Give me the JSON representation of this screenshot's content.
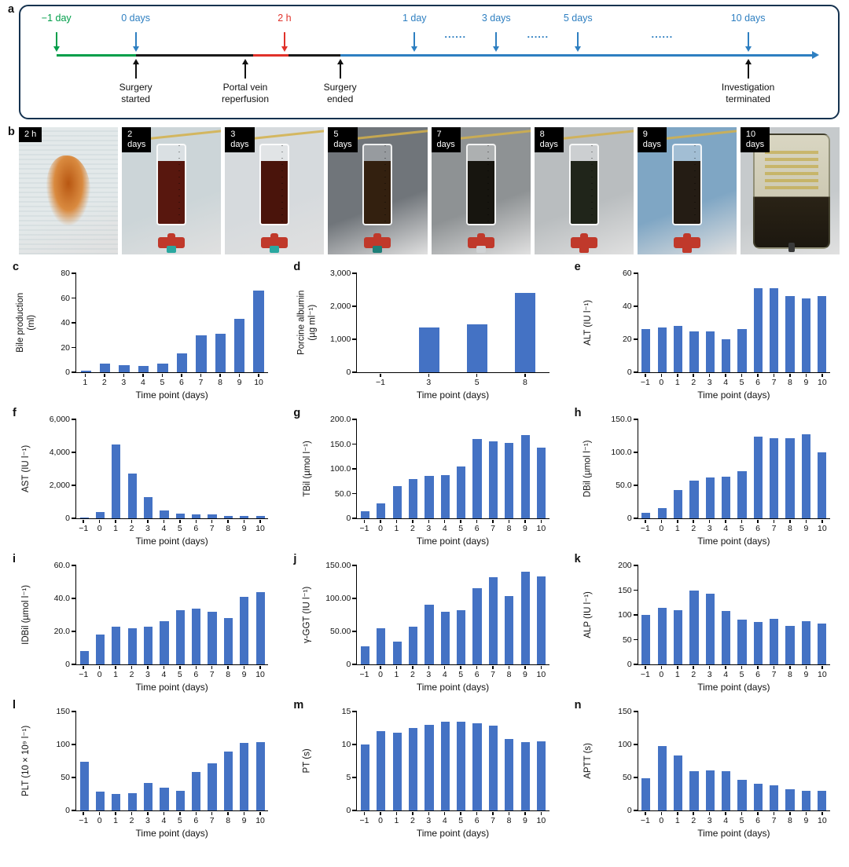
{
  "style": {
    "bar_color": "#4472c4",
    "axis_color": "#000000",
    "timeline_border": "#15324f",
    "label_blue": "#2e7fc1",
    "label_green": "#009e49",
    "label_red": "#e0312a",
    "timeline_black": "#1a1a1a"
  },
  "timeline": {
    "panel_label": "a",
    "ellipsis_text": "......",
    "top_markers": [
      {
        "label": "−1 day",
        "color": "#009e49",
        "x": 4.4
      },
      {
        "label": "0 days",
        "color": "#2e7fc1",
        "x": 14.1
      },
      {
        "label": "2 h",
        "color": "#e0312a",
        "x": 32.3
      },
      {
        "label": "1 day",
        "color": "#2e7fc1",
        "x": 48.2
      },
      {
        "label": "3 days",
        "color": "#2e7fc1",
        "x": 58.2
      },
      {
        "label": "5 days",
        "color": "#2e7fc1",
        "x": 68.2
      },
      {
        "label": "10 days",
        "color": "#2e7fc1",
        "x": 89.0
      }
    ],
    "ellipses": [
      {
        "x": 53.2
      },
      {
        "x": 63.3
      },
      {
        "x": 78.5
      }
    ],
    "segments": [
      {
        "from": 4.4,
        "to": 14.1,
        "color": "#009e49"
      },
      {
        "from": 14.1,
        "to": 28.5,
        "color": "#1a1a1a"
      },
      {
        "from": 28.5,
        "to": 32.8,
        "color": "#e0312a"
      },
      {
        "from": 32.8,
        "to": 39.1,
        "color": "#1a1a1a"
      },
      {
        "from": 39.1,
        "to": 96.8,
        "color": "#2e7fc1",
        "arrow": true
      }
    ],
    "bottom_markers": [
      {
        "label": "Surgery\nstarted",
        "x": 14.1
      },
      {
        "label": "Portal vein\nreperfusion",
        "x": 27.5
      },
      {
        "label": "Surgery\nended",
        "x": 39.1
      },
      {
        "label": "Investigation\nterminated",
        "x": 89.0
      }
    ]
  },
  "photos": {
    "panel_label": "b",
    "items": [
      {
        "label": "2 h",
        "variant": "stain",
        "bg": "#e3e9ea",
        "fluid": "#c3621a",
        "cap": ""
      },
      {
        "label": "2\ndays",
        "variant": "syringe",
        "bg": "#ccd5d8",
        "fluid": "#58170e",
        "cap": "#2aa8a0"
      },
      {
        "label": "3\ndays",
        "variant": "syringe",
        "bg": "#d6dadd",
        "fluid": "#4a140b",
        "cap": "#2aa8a0"
      },
      {
        "label": "5\ndays",
        "variant": "syringe",
        "bg": "#70757a",
        "fluid": "#33200f",
        "cap": "#1e7f78"
      },
      {
        "label": "7\ndays",
        "variant": "syringe",
        "bg": "#8e9294",
        "fluid": "#17150f",
        "cap": "#cfd2d4"
      },
      {
        "label": "8\ndays",
        "variant": "syringe",
        "bg": "#b9bdbf",
        "fluid": "#20251a",
        "cap": "#c0392b"
      },
      {
        "label": "9\ndays",
        "variant": "syringe",
        "bg": "#7fa6c4",
        "fluid": "#241c14",
        "cap": "#c0392b"
      },
      {
        "label": "10\ndays",
        "variant": "bag",
        "bg": "#c6cacc",
        "fluid": "#241d12",
        "cap": ""
      }
    ]
  },
  "chart_data": [
    {
      "panel": "c",
      "type": "bar",
      "ylabel": "Bile production\n(ml)",
      "xlabel": "Time point (days)",
      "categories": [
        "1",
        "2",
        "3",
        "4",
        "5",
        "6",
        "7",
        "8",
        "9",
        "10"
      ],
      "values": [
        1,
        7,
        6,
        5,
        7,
        15,
        30,
        31,
        43,
        66
      ],
      "ylim": [
        0,
        80
      ],
      "yticks": [
        0,
        20,
        40,
        60,
        80
      ],
      "ytick_labels": [
        "0",
        "20",
        "40",
        "60",
        "80"
      ]
    },
    {
      "panel": "d",
      "type": "bar",
      "ylabel": "Porcine albumin\n(µg ml⁻¹)",
      "xlabel": "Time point (days)",
      "categories": [
        "−1",
        "3",
        "5",
        "8"
      ],
      "values": [
        0,
        1350,
        1450,
        2400
      ],
      "ylim": [
        0,
        3000
      ],
      "yticks": [
        0,
        1000,
        2000,
        3000
      ],
      "ytick_labels": [
        "0",
        "1,000",
        "2,000",
        "3,000"
      ]
    },
    {
      "panel": "e",
      "type": "bar",
      "ylabel": "ALT (IU l⁻¹)",
      "xlabel": "Time point (days)",
      "categories": [
        "−1",
        "0",
        "1",
        "2",
        "3",
        "4",
        "5",
        "6",
        "7",
        "8",
        "9",
        "10"
      ],
      "values": [
        26,
        27,
        28,
        25,
        25,
        20,
        26,
        51,
        51,
        46,
        45,
        46
      ],
      "ylim": [
        0,
        60
      ],
      "yticks": [
        0,
        20,
        40,
        60
      ],
      "ytick_labels": [
        "0",
        "20",
        "40",
        "60"
      ]
    },
    {
      "panel": "f",
      "type": "bar",
      "ylabel": "AST (IU l⁻¹)",
      "xlabel": "Time point (days)",
      "categories": [
        "−1",
        "0",
        "1",
        "2",
        "3",
        "4",
        "5",
        "6",
        "7",
        "8",
        "9",
        "10"
      ],
      "values": [
        60,
        400,
        4500,
        2700,
        1300,
        500,
        280,
        260,
        220,
        160,
        120,
        150
      ],
      "ylim": [
        0,
        6000
      ],
      "yticks": [
        0,
        2000,
        4000,
        6000
      ],
      "ytick_labels": [
        "0",
        "2,000",
        "4,000",
        "6,000"
      ]
    },
    {
      "panel": "g",
      "type": "bar",
      "ylabel": "TBil (µmol l⁻¹)",
      "xlabel": "Time point (days)",
      "categories": [
        "−1",
        "0",
        "1",
        "2",
        "3",
        "4",
        "5",
        "6",
        "7",
        "8",
        "9",
        "10"
      ],
      "values": [
        15,
        30,
        65,
        80,
        85,
        88,
        105,
        160,
        155,
        152,
        168,
        143
      ],
      "ylim": [
        0,
        200
      ],
      "yticks": [
        0,
        50,
        100,
        150,
        200
      ],
      "ytick_labels": [
        "0",
        "50.0",
        "100.0",
        "150.0",
        "200.0"
      ]
    },
    {
      "panel": "h",
      "type": "bar",
      "ylabel": "DBil (µmol l⁻¹)",
      "xlabel": "Time point (days)",
      "categories": [
        "−1",
        "0",
        "1",
        "2",
        "3",
        "4",
        "5",
        "6",
        "7",
        "8",
        "9",
        "10"
      ],
      "values": [
        8,
        15,
        43,
        57,
        62,
        63,
        72,
        124,
        121,
        122,
        127,
        100
      ],
      "ylim": [
        0,
        150
      ],
      "yticks": [
        0,
        50,
        100,
        150
      ],
      "ytick_labels": [
        "0",
        "50.0",
        "100.0",
        "150.0"
      ]
    },
    {
      "panel": "i",
      "type": "bar",
      "ylabel": "IDBil (µmol l⁻¹)",
      "xlabel": "Time point (days)",
      "categories": [
        "−1",
        "0",
        "1",
        "2",
        "3",
        "4",
        "5",
        "6",
        "7",
        "8",
        "9",
        "10"
      ],
      "values": [
        8,
        18,
        23,
        22,
        23,
        26,
        33,
        34,
        32,
        28,
        41,
        44
      ],
      "ylim": [
        0,
        60
      ],
      "yticks": [
        0,
        20,
        40,
        60
      ],
      "ytick_labels": [
        "0",
        "20.0",
        "40.0",
        "60.0"
      ]
    },
    {
      "panel": "j",
      "type": "bar",
      "ylabel": "γ-GGT (IU l⁻¹)",
      "xlabel": "Time point (days)",
      "categories": [
        "−1",
        "0",
        "1",
        "2",
        "3",
        "4",
        "5",
        "6",
        "7",
        "8",
        "9",
        "10"
      ],
      "values": [
        27,
        55,
        35,
        57,
        90,
        80,
        82,
        115,
        132,
        103,
        140,
        133
      ],
      "ylim": [
        0,
        150
      ],
      "yticks": [
        0,
        50,
        100,
        150
      ],
      "ytick_labels": [
        "0",
        "50.00",
        "100.00",
        "150.00"
      ]
    },
    {
      "panel": "k",
      "type": "bar",
      "ylabel": "ALP (IU l⁻¹)",
      "xlabel": "Time point (days)",
      "categories": [
        "−1",
        "0",
        "1",
        "2",
        "3",
        "4",
        "5",
        "6",
        "7",
        "8",
        "9",
        "10"
      ],
      "values": [
        100,
        115,
        110,
        150,
        143,
        108,
        90,
        85,
        92,
        78,
        88,
        82
      ],
      "ylim": [
        0,
        200
      ],
      "yticks": [
        0,
        50,
        100,
        150,
        200
      ],
      "ytick_labels": [
        "0",
        "50",
        "100",
        "150",
        "200"
      ]
    },
    {
      "panel": "l",
      "type": "bar",
      "ylabel": "PLT (10 × 10⁹ l⁻¹)",
      "xlabel": "Time point (days)",
      "categories": [
        "−1",
        "0",
        "1",
        "2",
        "3",
        "4",
        "5",
        "6",
        "7",
        "8",
        "9",
        "10"
      ],
      "values": [
        74,
        29,
        25,
        26,
        42,
        35,
        30,
        58,
        71,
        89,
        102,
        104
      ],
      "ylim": [
        0,
        150
      ],
      "yticks": [
        0,
        50,
        100,
        150
      ],
      "ytick_labels": [
        "0",
        "50",
        "100",
        "150"
      ]
    },
    {
      "panel": "m",
      "type": "bar",
      "ylabel": "PT (s)",
      "xlabel": "Time point (days)",
      "categories": [
        "−1",
        "0",
        "1",
        "2",
        "3",
        "4",
        "5",
        "6",
        "7",
        "8",
        "9",
        "10"
      ],
      "values": [
        10,
        12,
        11.8,
        12.5,
        13,
        13.5,
        13.5,
        13.2,
        12.8,
        10.8,
        10.3,
        10.5
      ],
      "ylim": [
        0,
        15
      ],
      "yticks": [
        0,
        5,
        10,
        15
      ],
      "ytick_labels": [
        "0",
        "5",
        "10",
        "15"
      ]
    },
    {
      "panel": "n",
      "type": "bar",
      "ylabel": "APTT (s)",
      "xlabel": "Time point (days)",
      "categories": [
        "−1",
        "0",
        "1",
        "2",
        "3",
        "4",
        "5",
        "6",
        "7",
        "8",
        "9",
        "10"
      ],
      "values": [
        49,
        98,
        83,
        60,
        61,
        59,
        46,
        41,
        38,
        32,
        30,
        30
      ],
      "ylim": [
        0,
        150
      ],
      "yticks": [
        0,
        50,
        100,
        150
      ],
      "ytick_labels": [
        "0",
        "50",
        "100",
        "150"
      ]
    }
  ]
}
